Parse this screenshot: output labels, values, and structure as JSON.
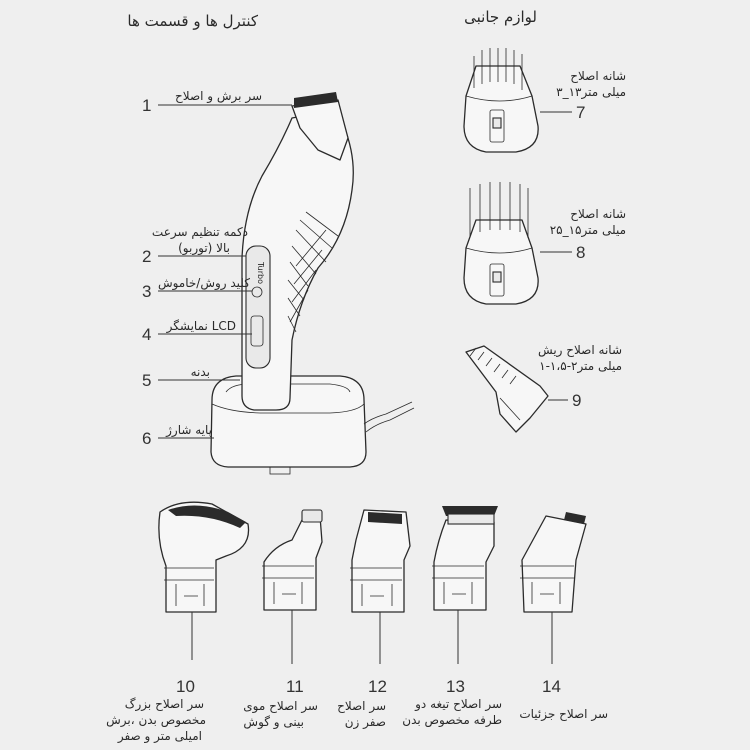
{
  "headings": {
    "controls": "کنترل ها و قسمت ها",
    "accessories": "لوازم جانبی"
  },
  "brand_on_button": "Turbo",
  "parts": [
    {
      "num": "1",
      "label": [
        "سر برش و اصلاح"
      ]
    },
    {
      "num": "2",
      "label": [
        "دکمه تنظیم سرعت",
        "بالا (توربو)"
      ]
    },
    {
      "num": "3",
      "label": [
        "کلید روش/خاموش"
      ]
    },
    {
      "num": "4",
      "label": [
        "نمایشگر LCD"
      ]
    },
    {
      "num": "5",
      "label": [
        "بدنه"
      ]
    },
    {
      "num": "6",
      "label": [
        "پایه شارژ"
      ]
    }
  ],
  "accessories": [
    {
      "num": "7",
      "label": [
        "شانه اصلاح",
        "۳_۱۳میلی متر"
      ]
    },
    {
      "num": "8",
      "label": [
        "شانه اصلاح",
        "۲۵_۱۵میلی متر"
      ]
    },
    {
      "num": "9",
      "label": [
        "شانه اصلاح ریش",
        "۱-۱،۵-۲میلی متر"
      ]
    }
  ],
  "heads": [
    {
      "num": "10",
      "label": [
        "سر اصلاح بزرگ",
        "مخصوص بدن ،برش",
        "امیلی متر و صفر"
      ]
    },
    {
      "num": "11",
      "label": [
        "سر اصلاح موی",
        "بینی و گوش"
      ]
    },
    {
      "num": "12",
      "label": [
        "سر اصلاح",
        "صفر زن"
      ]
    },
    {
      "num": "13",
      "label": [
        "سر اصلاح تیغه دو",
        "طرفه مخصوص بدن"
      ]
    },
    {
      "num": "14",
      "label": [
        "سر اصلاح جزئیات"
      ]
    }
  ]
}
